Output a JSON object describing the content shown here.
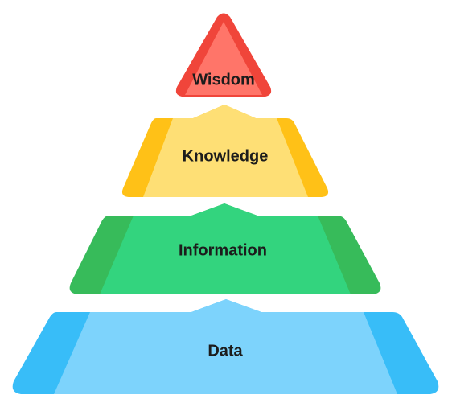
{
  "diagram": {
    "type": "pyramid",
    "tiers": [
      {
        "label": "Wisdom",
        "colors": {
          "side": "#F0453A",
          "face": "#FF7569"
        }
      },
      {
        "label": "Knowledge",
        "colors": {
          "side": "#FFC117",
          "face": "#FEDF75"
        }
      },
      {
        "label": "Information",
        "colors": {
          "side": "#37BB5A",
          "face": "#33D47E"
        }
      },
      {
        "label": "Data",
        "colors": {
          "side": "#38BDF8",
          "face": "#7DD3FC"
        }
      }
    ]
  }
}
